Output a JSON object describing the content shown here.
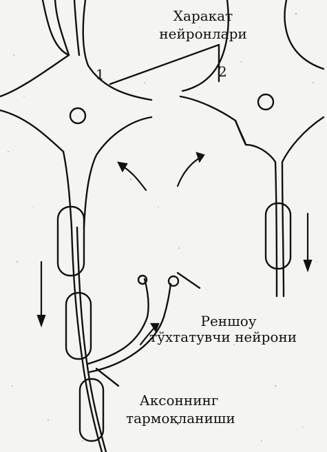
{
  "labels": {
    "motor_neurons_title_line1": "Харакат",
    "motor_neurons_title_line2": "нейронлари",
    "neuron_1_number": "1",
    "neuron_2_number": "2",
    "renshaw_line1": "Реншоу",
    "renshaw_line2": "тўхтатувчи нейрони",
    "axon_branching_line1": "Аксоннинг",
    "axon_branching_line2": "тармоқланиши"
  },
  "colors": {
    "ink": "#111111",
    "paper": "#f4f4f2",
    "speckle": "#9a9a9a"
  }
}
